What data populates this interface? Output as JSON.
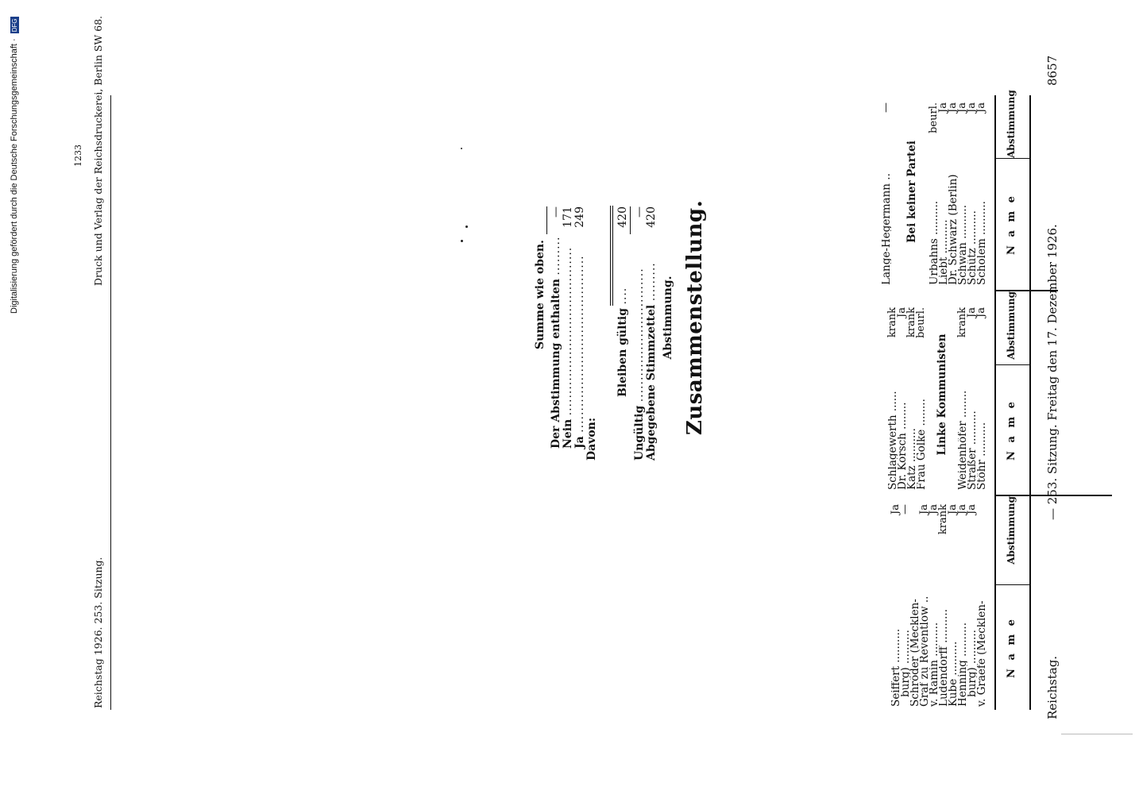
{
  "header": {
    "left": "Reichstag.",
    "center": "— 253. Sitzung. Freitag den 17. Dezember 1926.",
    "page_number": "8657"
  },
  "columns": {
    "name_label": "N a m e",
    "vote_label": "Abstimmung"
  },
  "column1": {
    "rows": [
      {
        "name": "v. Graefe (Mecklen-",
        "vote": ""
      },
      {
        "name": "burg) ..........",
        "vote": "Ja"
      },
      {
        "name": "Henning ..........",
        "vote": "Ja"
      },
      {
        "name": "Kube ..........",
        "vote": "Ja"
      },
      {
        "name": "Ludendorff ..........",
        "vote": "krank"
      },
      {
        "name": "v. Ramin ..........",
        "vote": "Ja"
      },
      {
        "name": "Graf zu Reventlow ..",
        "vote": "Ja"
      },
      {
        "name": "Schröder (Mecklen-",
        "vote": ""
      },
      {
        "name": "burg) ..........",
        "vote": "—"
      },
      {
        "name": "Seiffert ..........",
        "vote": "Ja"
      }
    ]
  },
  "column2": {
    "rows_top": [
      {
        "name": "Stöhr ..........",
        "vote": "Ja"
      },
      {
        "name": "Straßer ..........",
        "vote": "Ja"
      },
      {
        "name": "Weidenhöfer ........",
        "vote": "krank"
      }
    ],
    "section": "Linke Kommunisten",
    "rows_bottom": [
      {
        "name": "Frau Golke ........",
        "vote": "beurl."
      },
      {
        "name": "Katz ..........",
        "vote": "krank"
      },
      {
        "name": "Dr. Korsch ........",
        "vote": "Ja"
      },
      {
        "name": "Schlagewerth ......",
        "vote": "krank"
      }
    ]
  },
  "column3": {
    "rows_top": [
      {
        "name": "Scholem ..........",
        "vote": "Ja"
      },
      {
        "name": "Schütz ..........",
        "vote": "Ja"
      },
      {
        "name": "Schwan ..........",
        "vote": "Ja"
      },
      {
        "name": "Dr. Schwarz (Berlin)",
        "vote": "Ja"
      },
      {
        "name": "Liebt ..........",
        "vote": "Ja"
      },
      {
        "name": "Urbahns ..........",
        "vote": "beurl."
      }
    ],
    "section": "Bei keiner Partei",
    "rows_bottom": [
      {
        "name": "Lange-Hegermann ..",
        "vote": "—"
      }
    ]
  },
  "summary": {
    "title": "Zusammenstellung.",
    "subtitle": "Abstimmung.",
    "abgegebene_label": "Abgegebene Stimmzettel",
    "abgegebene_value": "420",
    "ungueltig_label": "Ungültig",
    "ungueltig_value": "—",
    "bleiben_label": "Bleiben gültig",
    "bleiben_value": "420",
    "davon_label": "Davon:",
    "ja_label": "Ja",
    "ja_value": "249",
    "nein_label": "Nein",
    "nein_value": "171",
    "enthalten_label": "Der Abstimmung enthalten",
    "enthalten_value": "—",
    "summe_label": "Summe wie oben."
  },
  "footer": {
    "left": "Reichstag 1926. 253. Sitzung.",
    "center": "Druck und Verlag der Reichsdruckerei, Berlin SW 68.",
    "code": "1233"
  },
  "side_note": {
    "text": "Digitalisierung gefördert durch die Deutsche Forschungsgemeinschaft",
    "badge": "DFG"
  }
}
